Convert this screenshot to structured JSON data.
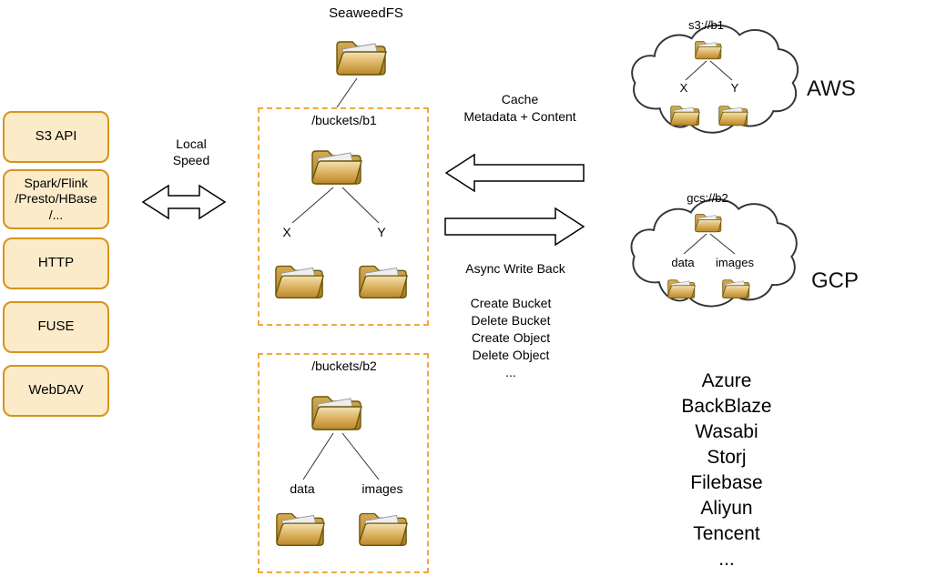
{
  "title": "SeaweedFS",
  "api_boxes": [
    {
      "lines": [
        "S3 API"
      ]
    },
    {
      "lines": [
        "Spark/Flink",
        "/Presto/HBase",
        "/..."
      ]
    },
    {
      "lines": [
        "HTTP"
      ]
    },
    {
      "lines": [
        "FUSE"
      ]
    },
    {
      "lines": [
        "WebDAV"
      ]
    }
  ],
  "local_speed": {
    "line1": "Local",
    "line2": "Speed"
  },
  "buckets": {
    "b1": {
      "title": "/buckets/b1",
      "child1": "X",
      "child2": "Y"
    },
    "b2": {
      "title": "/buckets/b2",
      "child1": "data",
      "child2": "images"
    }
  },
  "sync": {
    "cache_line1": "Cache",
    "cache_line2": "Metadata + Content",
    "async_label": "Async Write Back",
    "operations": [
      "Create Bucket",
      "Delete Bucket",
      "Create Object",
      "Delete Object",
      "..."
    ]
  },
  "clouds": {
    "aws": {
      "title": "s3://b1",
      "child1": "X",
      "child2": "Y",
      "label": "AWS"
    },
    "gcp": {
      "title": "gcs://b2",
      "child1": "data",
      "child2": "images",
      "label": "GCP"
    }
  },
  "providers": [
    "Azure",
    "BackBlaze",
    "Wasabi",
    "Storj",
    "Filebase",
    "Aliyun",
    "Tencent",
    "..."
  ],
  "colors": {
    "box_fill": "#fcebc9",
    "box_border": "#d4941c",
    "dashed_border": "#efa93f",
    "folder_gold": "#c9972b"
  }
}
